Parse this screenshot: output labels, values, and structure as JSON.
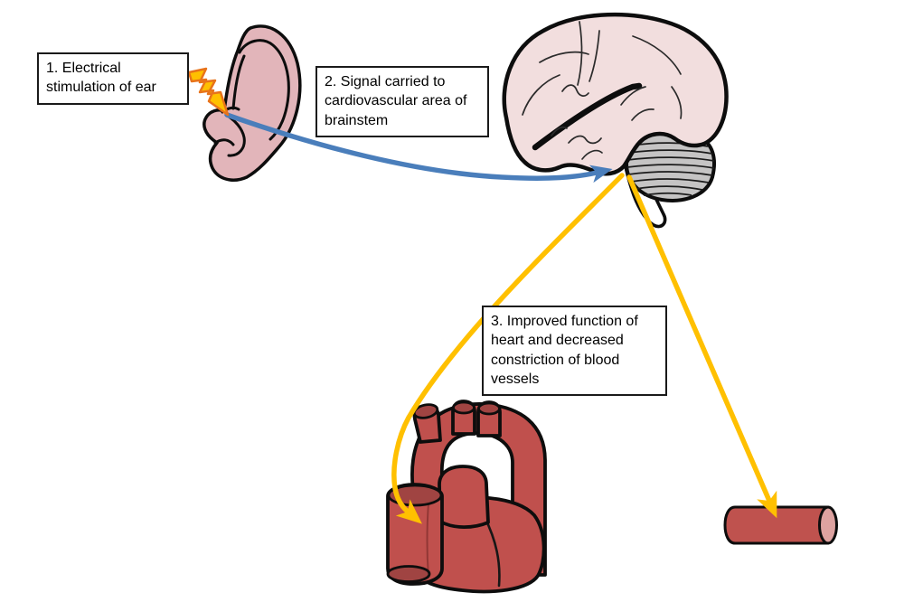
{
  "steps": [
    {
      "id": 1,
      "text": "1. Electrical stimulation of ear"
    },
    {
      "id": 2,
      "text": "2. Signal carried to cardiovascular area of brainstem"
    },
    {
      "id": 3,
      "text": "3. Improved function of heart and decreased constriction of blood vessels"
    }
  ],
  "illustrations": [
    {
      "name": "lightning-bolt",
      "meaning": "electrical stimulus"
    },
    {
      "name": "ear"
    },
    {
      "name": "brain",
      "parts": [
        "cerebrum",
        "cerebellum",
        "brainstem"
      ]
    },
    {
      "name": "heart"
    },
    {
      "name": "blood-vessel"
    }
  ],
  "arrows": [
    {
      "from": "ear",
      "to": "cardiovascular area of brainstem",
      "color_key": "arrow_blue"
    },
    {
      "from": "brainstem",
      "to": "heart",
      "color_key": "arrow_yellow"
    },
    {
      "from": "brainstem",
      "to": "blood vessel",
      "color_key": "arrow_yellow"
    }
  ],
  "colors": {
    "background": "#ffffff",
    "arrow_blue": "#4a7ebb",
    "arrow_yellow": "#ffc000",
    "bolt_fill": "#ffc000",
    "bolt_stroke": "#e8731a",
    "ear_fill": "#e2b5ba",
    "brain_fill": "#f2dede",
    "cerebellum_fill": "#c5c4c4",
    "heart_fill": "#c0504d",
    "heart_dark": "#a04442",
    "vessel_fill": "#bf524e",
    "vessel_cap": "#dda2a0",
    "outline": "#0d0d0d",
    "box_border": "#1a1a1a",
    "text": "#000000"
  }
}
